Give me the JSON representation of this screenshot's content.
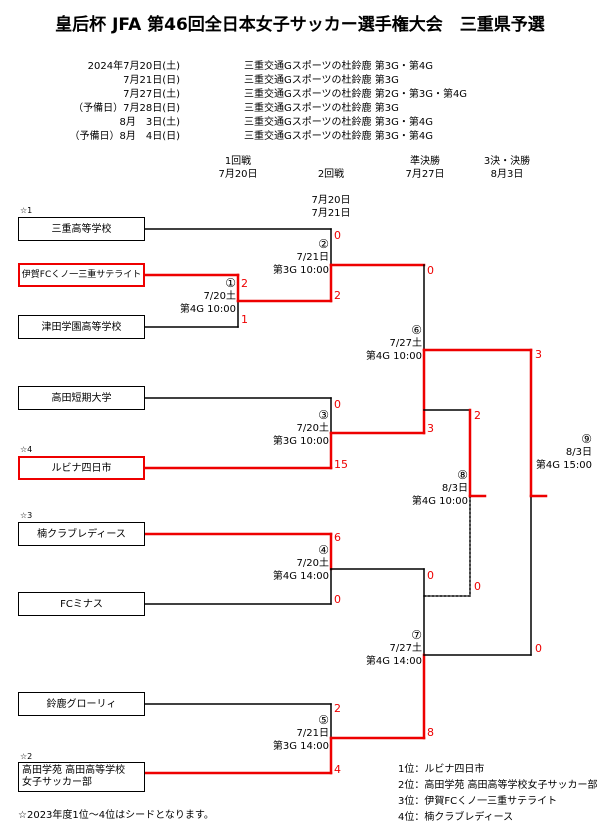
{
  "title": "皇后杯 JFA 第46回全日本女子サッカー選手権大会　三重県予選",
  "schedule": [
    {
      "date": "2024年7月20日(土)",
      "venue": "三重交通Gスポーツの杜鈴鹿 第3G・第4G"
    },
    {
      "date": "7月21日(日)",
      "venue": "三重交通Gスポーツの杜鈴鹿 第3G"
    },
    {
      "date": "7月27日(土)",
      "venue": "三重交通Gスポーツの杜鈴鹿 第2G・第3G・第4G"
    },
    {
      "date": "（予備日）7月28日(日)",
      "venue": "三重交通Gスポーツの杜鈴鹿 第3G"
    },
    {
      "date": "8月　3日(土)",
      "venue": "三重交通Gスポーツの杜鈴鹿 第3G・第4G"
    },
    {
      "date": "（予備日）8月　4日(日)",
      "venue": "三重交通Gスポーツの杜鈴鹿 第3G・第4G"
    }
  ],
  "rounds": [
    {
      "name": "1回戦",
      "date": "7月20日"
    },
    {
      "name": "2回戦",
      "date": "7月20日\n7月21日"
    },
    {
      "name": "準決勝",
      "date": "7月27日"
    },
    {
      "name": "3決・決勝",
      "date": "8月3日"
    }
  ],
  "teams": [
    {
      "name": "三重高等学校",
      "seed": "☆1"
    },
    {
      "name": "伊賀FCくノ一三重サテライト",
      "seed": ""
    },
    {
      "name": "津田学園高等学校",
      "seed": ""
    },
    {
      "name": "高田短期大学",
      "seed": ""
    },
    {
      "name": "ルビナ四日市",
      "seed": "☆4"
    },
    {
      "name": "楠クラブレディース",
      "seed": "☆3"
    },
    {
      "name": "FCミナス",
      "seed": ""
    },
    {
      "name": "鈴鹿グローリィ",
      "seed": ""
    },
    {
      "name": "高田学苑 高田高等学校\n女子サッカー部",
      "seed": "☆2"
    }
  ],
  "matches": [
    {
      "num": "①",
      "date": "7/20土",
      "venue": "第4G 10:00"
    },
    {
      "num": "②",
      "date": "7/21日",
      "venue": "第3G 10:00"
    },
    {
      "num": "③",
      "date": "7/20土",
      "venue": "第3G 10:00"
    },
    {
      "num": "④",
      "date": "7/20土",
      "venue": "第4G 14:00"
    },
    {
      "num": "⑤",
      "date": "7/21日",
      "venue": "第3G 14:00"
    },
    {
      "num": "⑥",
      "date": "7/27土",
      "venue": "第4G 10:00"
    },
    {
      "num": "⑦",
      "date": "7/27土",
      "venue": "第4G 14:00"
    },
    {
      "num": "⑧",
      "date": "8/3日",
      "venue": "第4G 10:00"
    },
    {
      "num": "⑨",
      "date": "8/3日",
      "venue": "第4G 15:00"
    }
  ],
  "scores": {
    "m1_top": "2",
    "m1_bot": "1",
    "m2_top": "0",
    "m2_bot": "2",
    "m3_top": "0",
    "m3_bot": "15",
    "m4_top": "6",
    "m4_bot": "0",
    "m5_top": "2",
    "m5_bot": "4",
    "m6_top": "0",
    "m6_bot": "3",
    "m7_top": "0",
    "m7_bot": "8",
    "m8_top": "2",
    "m8_bot": "0",
    "m9_top": "3",
    "m9_bot": "0"
  },
  "results": [
    "1位：ルビナ四日市",
    "2位：高田学苑 高田高等学校女子サッカー部",
    "3位：伊賀FCくノ一三重サテライト",
    "4位：楠クラブレディース"
  ],
  "footnote": "☆2023年度1位～4位はシードとなります。",
  "colors": {
    "winner_line": "#e00000",
    "line": "#000000"
  }
}
